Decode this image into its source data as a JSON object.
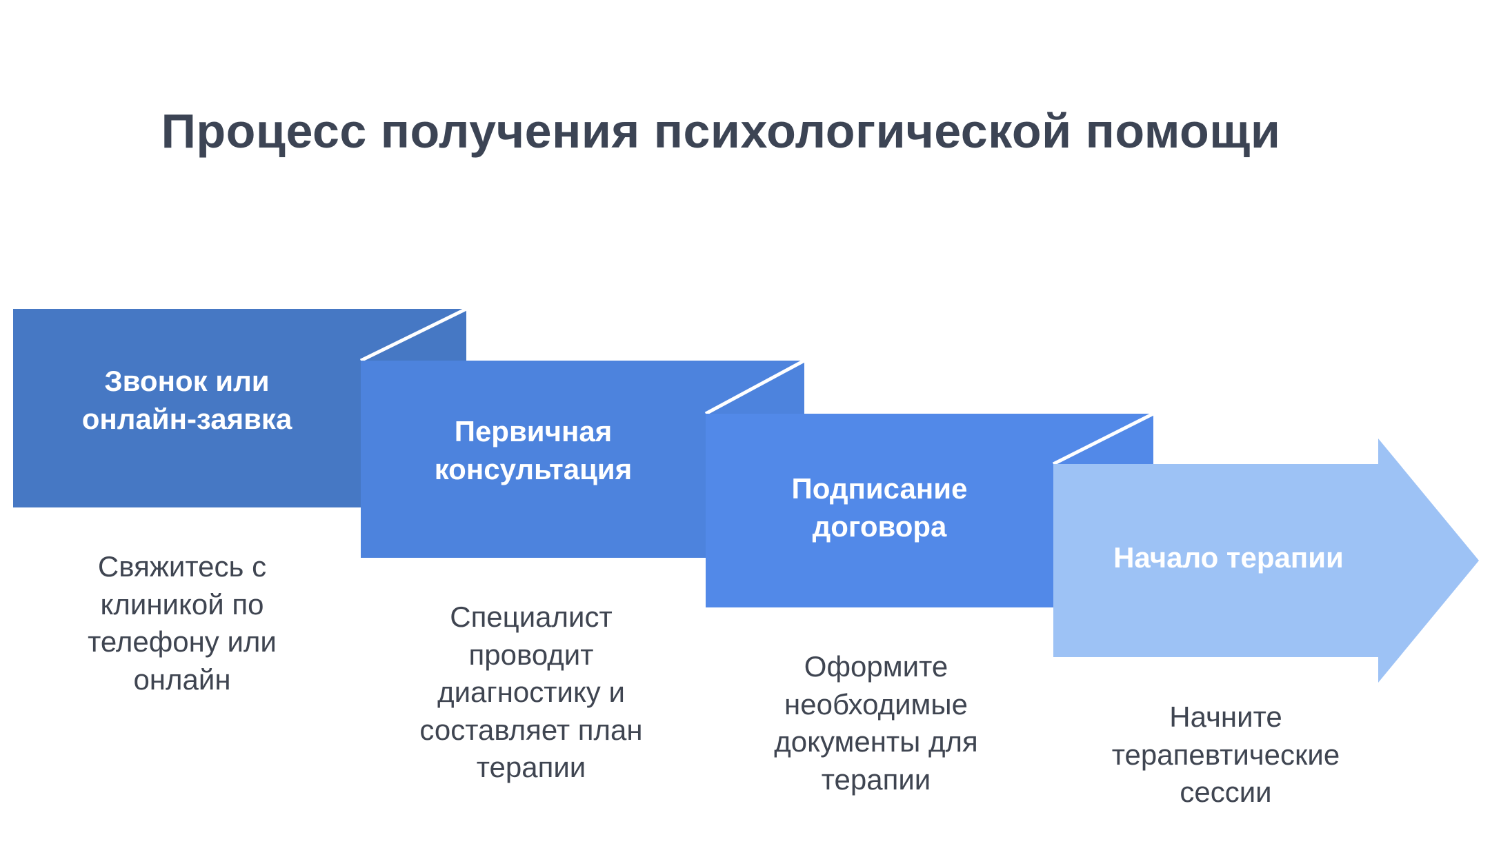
{
  "title": "Процесс получения психологической помощи",
  "colors": {
    "step1": "#4678C4",
    "step2": "#4D83DD",
    "step3": "#5289E8",
    "step4": "#9DC2F5",
    "fold_line": "#FFFFFF",
    "title_text": "#3C4454",
    "body_text": "#3F4551",
    "step_label_text": "#FFFFFF",
    "background": "#FFFFFF"
  },
  "steps": [
    {
      "label": "Звонок или\nонлайн-заявка",
      "description": "Свяжитесь с\nклиникой по\nтелефону или\nонлайн",
      "color": "#4678C4"
    },
    {
      "label": "Первичная\nконсультация",
      "description": "Специалист\nпроводит\nдиагностику и\nсоставляет план\nтерапии",
      "color": "#4D83DD"
    },
    {
      "label": "Подписание\nдоговора",
      "description": "Оформите\nнеобходимые\nдокументы для\nтерапии",
      "color": "#5289E8"
    },
    {
      "label": "Начало терапии",
      "description": "Начните\nтерапевтические\nсессии",
      "color": "#9DC2F5"
    }
  ]
}
